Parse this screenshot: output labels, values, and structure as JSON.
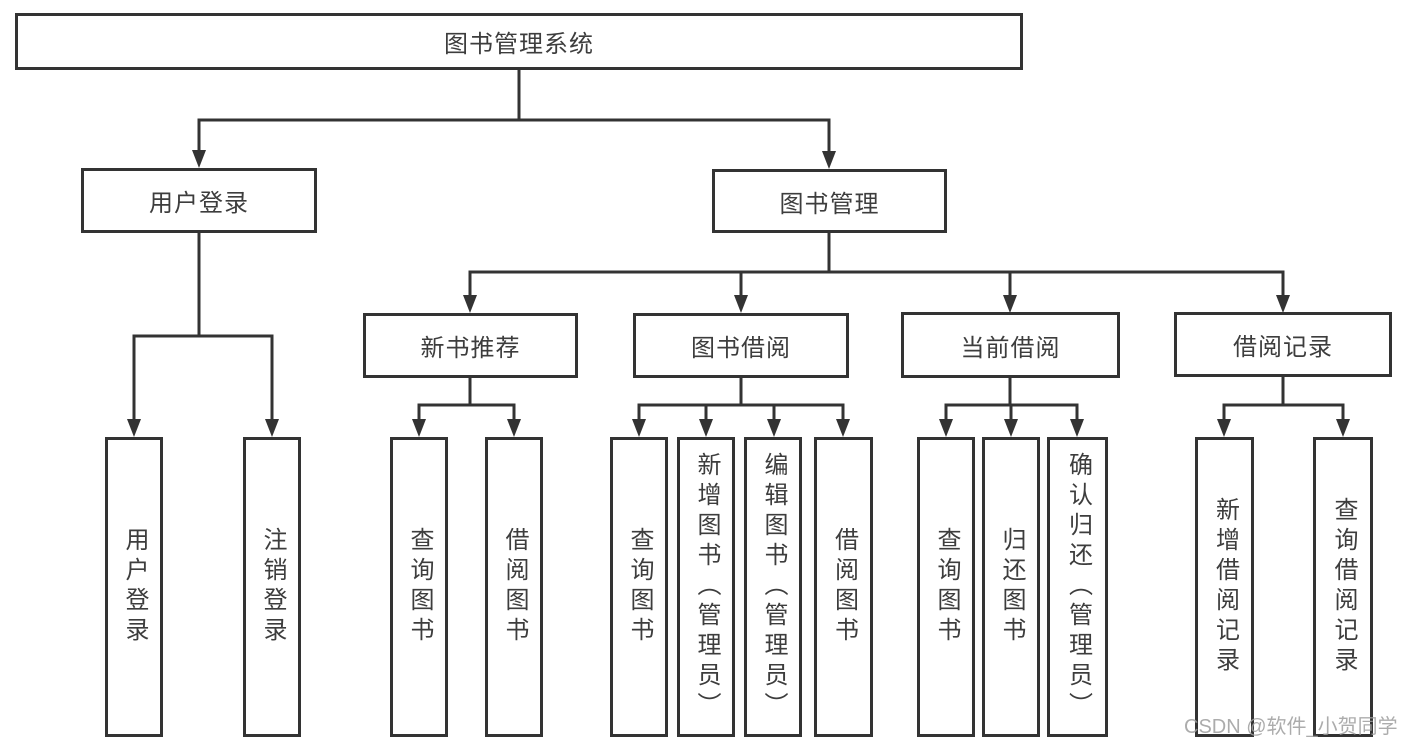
{
  "tree": {
    "root": {
      "label": "图书管理系统"
    },
    "branches": [
      {
        "label": "用户登录",
        "children": [
          {
            "label": "用户登录"
          },
          {
            "label": "注销登录"
          }
        ]
      },
      {
        "label": "图书管理",
        "children": [
          {
            "label": "新书推荐",
            "children": [
              {
                "label": "查询图书"
              },
              {
                "label": "借阅图书"
              }
            ]
          },
          {
            "label": "图书借阅",
            "children": [
              {
                "label": "查询图书"
              },
              {
                "label": "新增图书（管理员）"
              },
              {
                "label": "编辑图书（管理员）"
              },
              {
                "label": "借阅图书"
              }
            ]
          },
          {
            "label": "当前借阅",
            "children": [
              {
                "label": "查询图书"
              },
              {
                "label": "归还图书"
              },
              {
                "label": "确认归还（管理员）"
              }
            ]
          },
          {
            "label": "借阅记录",
            "children": [
              {
                "label": "新增借阅记录"
              },
              {
                "label": "查询借阅记录"
              }
            ]
          }
        ]
      }
    ]
  },
  "watermark": {
    "text": "CSDN @软件_小贺同学"
  },
  "colors": {
    "line": "#333333",
    "box_border": "#333333",
    "box_fill": "#ffffff",
    "text": "#3d3d3d",
    "watermark": "#9e9e9e",
    "background": "#ffffff"
  }
}
